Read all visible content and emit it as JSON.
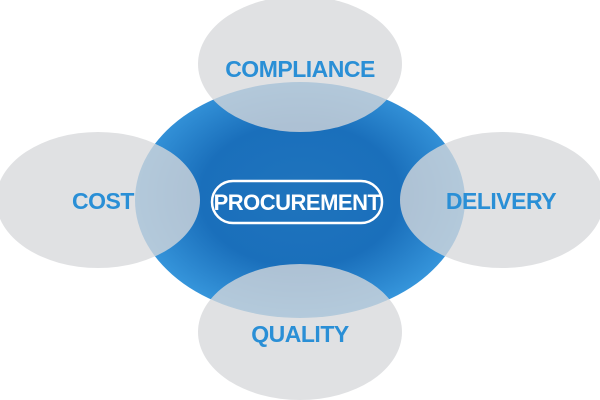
{
  "diagram": {
    "center": {
      "label": "PROCUREMENT"
    },
    "outer": {
      "top": "COMPLIANCE",
      "left": "COST",
      "right": "DELIVERY",
      "bottom": "QUALITY"
    }
  },
  "colors": {
    "center_fill_dark": "#1464ad",
    "center_fill_light": "#2f8fd8",
    "outer_fill": "#d4d6d8",
    "outer_label": "#2a8fd6",
    "center_label": "#ffffff"
  }
}
